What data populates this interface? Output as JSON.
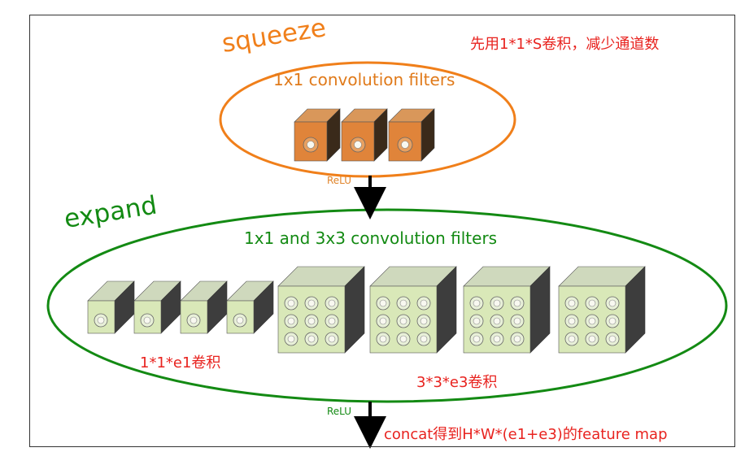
{
  "squeeze": {
    "title": "squeeze",
    "subtitle": "1x1 convolution filters",
    "note": "先用1*1*S卷积，减少通道数",
    "activation": "ReLU",
    "filter_count": 3,
    "color": "#f07f1a"
  },
  "expand": {
    "title": "expand",
    "subtitle": "1x1 and 3x3 convolution filters",
    "note_1x1": "1*1*e1卷积",
    "note_3x3": "3*3*e3卷积",
    "activation": "ReLU",
    "filter_1x1_count": 4,
    "filter_3x3_count": 4,
    "color": "#138a13"
  },
  "output": {
    "note": "concat得到H*W*(e1+e3)的feature map"
  },
  "colors": {
    "note_text": "#e8231f",
    "squeeze_filter": "#e0843a",
    "expand_filter": "#d9e8b8"
  }
}
